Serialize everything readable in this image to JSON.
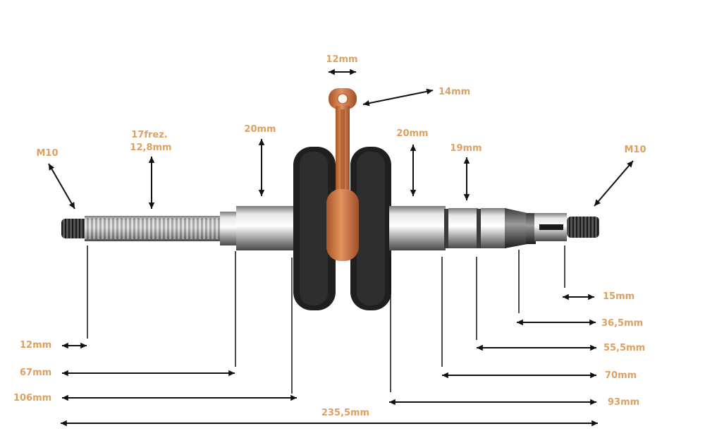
{
  "colors": {
    "label": "#e0a060",
    "arrow": "#111111",
    "shaft_light": "#e9e9e9",
    "shaft_dark": "#6e6e6e",
    "rod": "#c8743f",
    "web": "#1f1f1f"
  },
  "labels": {
    "m10_left": "M10",
    "spline_a": "17frez.",
    "spline_b": "12,8mm",
    "dia_20_left": "20mm",
    "rod_width": "12mm",
    "rod_eye": "14mm",
    "dia_20_right": "20mm",
    "dia_19": "19mm",
    "m10_right": "M10",
    "len_12": "12mm",
    "len_67": "67mm",
    "len_106": "106mm",
    "len_235": "235,5mm",
    "len_15": "15mm",
    "len_36": "36,5mm",
    "len_55": "55,5mm",
    "len_70": "70mm",
    "len_93": "93mm"
  }
}
